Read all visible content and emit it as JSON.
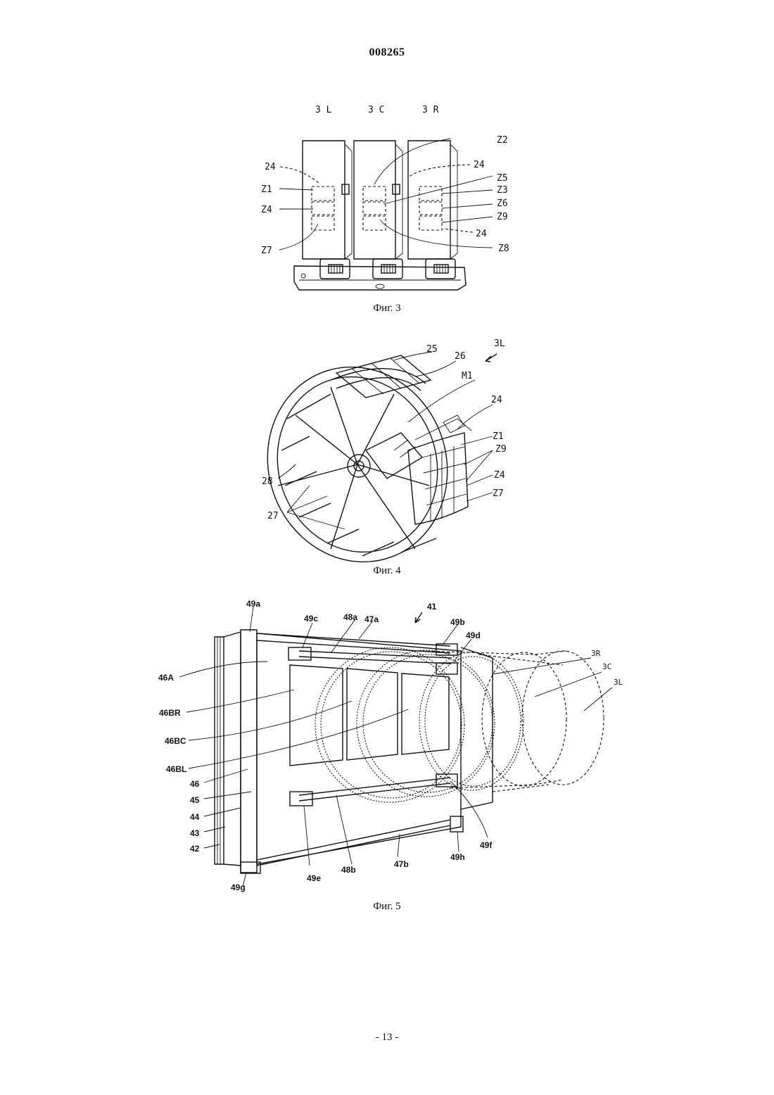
{
  "header": {
    "document_number": "008265"
  },
  "footer": {
    "page_number": "- 13 -"
  },
  "figure3": {
    "caption": "Фиг. 3",
    "labels": {
      "unit_3l": "3 L",
      "unit_3c": "3 C",
      "unit_3r": "3 R",
      "z1": "Z1",
      "z2": "Z2",
      "z3": "Z3",
      "z4": "Z4",
      "z5": "Z5",
      "z6": "Z6",
      "z7": "Z7",
      "z8": "Z8",
      "z9": "Z9",
      "ref24": "24"
    }
  },
  "figure4": {
    "caption": "Фиг. 4",
    "labels": {
      "unit_3l": "3L",
      "ref25": "25",
      "ref26": "26",
      "m1": "M1",
      "ref24": "24",
      "z1": "Z1",
      "z9": "Z9",
      "z4": "Z4",
      "z7": "Z7",
      "ref28": "28",
      "ref27": "27"
    }
  },
  "figure5": {
    "caption": "Фиг. 5",
    "labels": {
      "ref41": "41",
      "ref49a": "49a",
      "ref49b": "49b",
      "ref49c": "49c",
      "ref49d": "49d",
      "ref49e": "49e",
      "ref49f": "49f",
      "ref49g": "49g",
      "ref49h": "49h",
      "ref48a": "48a",
      "ref48b": "48b",
      "ref47a": "47a",
      "ref47b": "47b",
      "ref46a": "46A",
      "ref46br": "46BR",
      "ref46bc": "46BC",
      "ref46bl": "46BL",
      "ref46": "46",
      "ref45": "45",
      "ref44": "44",
      "ref43": "43",
      "ref42": "42",
      "unit_3r": "3R",
      "unit_3c": "3C",
      "unit_3l": "3L"
    }
  }
}
